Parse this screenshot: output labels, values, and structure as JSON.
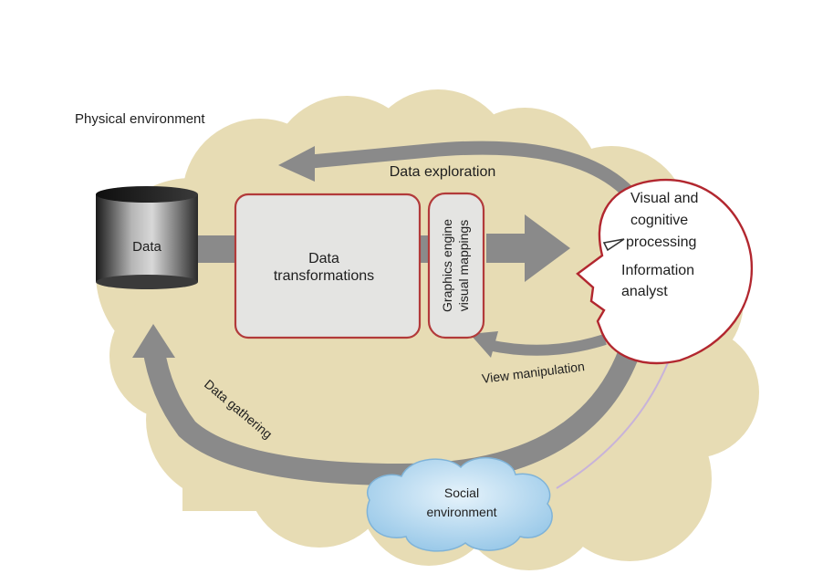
{
  "title": "Physical environment",
  "nodes": {
    "data_store": "Data",
    "transformations_line1": "Data",
    "transformations_line2": "transformations",
    "graphics_line1": "Graphics engine",
    "graphics_line2": "visual mappings",
    "head_line1": "Visual and",
    "head_line2": "cognitive",
    "head_line3": "processing",
    "head_line4": "Information",
    "head_line5": "analyst",
    "social_line1": "Social",
    "social_line2": "environment"
  },
  "arrows": {
    "data_exploration": "Data exploration",
    "view_manipulation": "View manipulation",
    "data_gathering": "Data gathering"
  },
  "colors": {
    "environment": "#e7dcb4",
    "arrow": "#8a8a8a",
    "box_border": "#b23a3a",
    "box_fill": "#e4e4e2",
    "cloud": "#a9d2ec",
    "head_border": "#b2272f"
  }
}
